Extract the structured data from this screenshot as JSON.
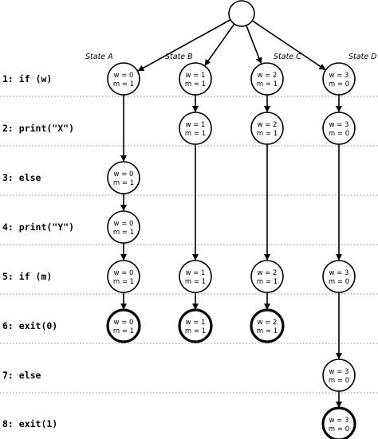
{
  "lines": [
    {
      "label": "1: if (w)"
    },
    {
      "label": "2:   print(\"X\")"
    },
    {
      "label": "3: else"
    },
    {
      "label": "4:   print(\"Y\")"
    },
    {
      "label": "5: if (m)"
    },
    {
      "label": "6:   exit(0)"
    },
    {
      "label": "7: else"
    },
    {
      "label": "8:   exit(1)"
    }
  ],
  "states": [
    {
      "name": "State A",
      "nodes": [
        {
          "line": 1,
          "w": "w = 0",
          "m": "m = 1",
          "terminal": false
        },
        {
          "line": 3,
          "w": "w = 0",
          "m": "m = 1",
          "terminal": false
        },
        {
          "line": 4,
          "w": "w = 0",
          "m": "m = 1",
          "terminal": false
        },
        {
          "line": 5,
          "w": "w = 0",
          "m": "m = 1",
          "terminal": false
        },
        {
          "line": 6,
          "w": "w = 0",
          "m": "m = 1",
          "terminal": true
        }
      ]
    },
    {
      "name": "State B",
      "nodes": [
        {
          "line": 1,
          "w": "w = 1",
          "m": "m = 1",
          "terminal": false
        },
        {
          "line": 2,
          "w": "w = 1",
          "m": "m = 1",
          "terminal": false
        },
        {
          "line": 5,
          "w": "w = 1",
          "m": "m = 1",
          "terminal": false
        },
        {
          "line": 6,
          "w": "w = 1",
          "m": "m = 1",
          "terminal": true
        }
      ]
    },
    {
      "name": "State C",
      "nodes": [
        {
          "line": 1,
          "w": "w = 2",
          "m": "m = 1",
          "terminal": false
        },
        {
          "line": 2,
          "w": "w = 2",
          "m": "m = 1",
          "terminal": false
        },
        {
          "line": 5,
          "w": "w = 2",
          "m": "m = 1",
          "terminal": false
        },
        {
          "line": 6,
          "w": "w = 2",
          "m": "m = 1",
          "terminal": true
        }
      ]
    },
    {
      "name": "State D",
      "nodes": [
        {
          "line": 1,
          "w": "w = 3",
          "m": "m = 0",
          "terminal": false
        },
        {
          "line": 2,
          "w": "w = 3",
          "m": "m = 0",
          "terminal": false
        },
        {
          "line": 5,
          "w": "w = 3",
          "m": "m = 0",
          "terminal": false
        },
        {
          "line": 7,
          "w": "w = 3",
          "m": "m = 0",
          "terminal": false
        },
        {
          "line": 8,
          "w": "w = 3",
          "m": "m = 0",
          "terminal": true
        }
      ]
    }
  ]
}
